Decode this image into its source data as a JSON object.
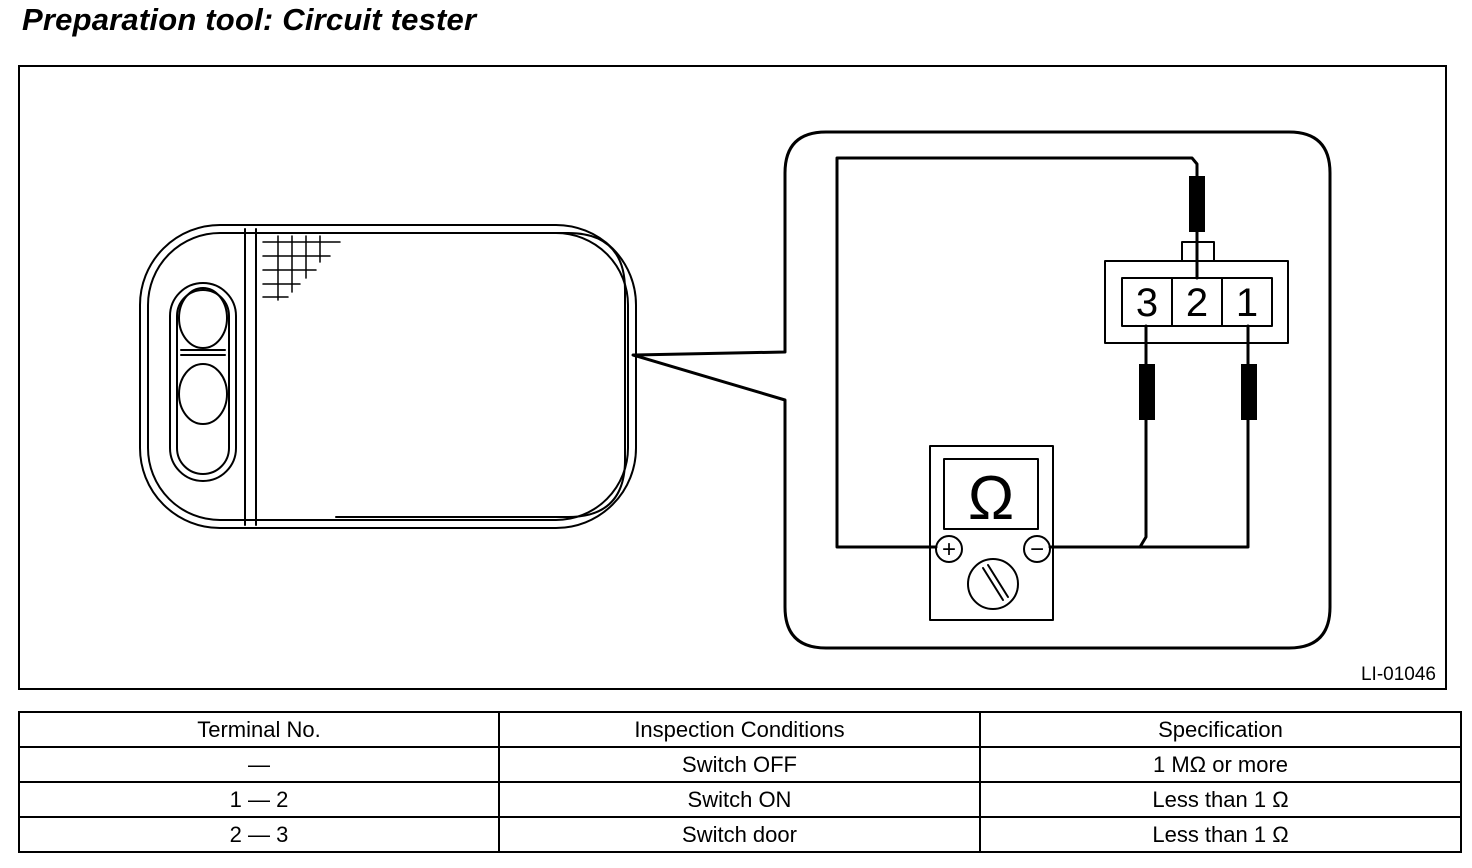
{
  "page_title": "Preparation tool: Circuit tester",
  "figure": {
    "ohm_symbol": "Ω",
    "plus_symbol": "+",
    "minus_symbol": "−",
    "connector_terminals": [
      "3",
      "2",
      "1"
    ],
    "figure_code": "LI-01046"
  },
  "table": {
    "headers": [
      "Terminal No.",
      "Inspection Conditions",
      "Specification"
    ],
    "rows": [
      [
        "—",
        "Switch OFF",
        "1 MΩ or more"
      ],
      [
        "1 — 2",
        "Switch ON",
        "Less than 1 Ω"
      ],
      [
        "2 — 3",
        "Switch door",
        "Less than 1 Ω"
      ]
    ]
  }
}
